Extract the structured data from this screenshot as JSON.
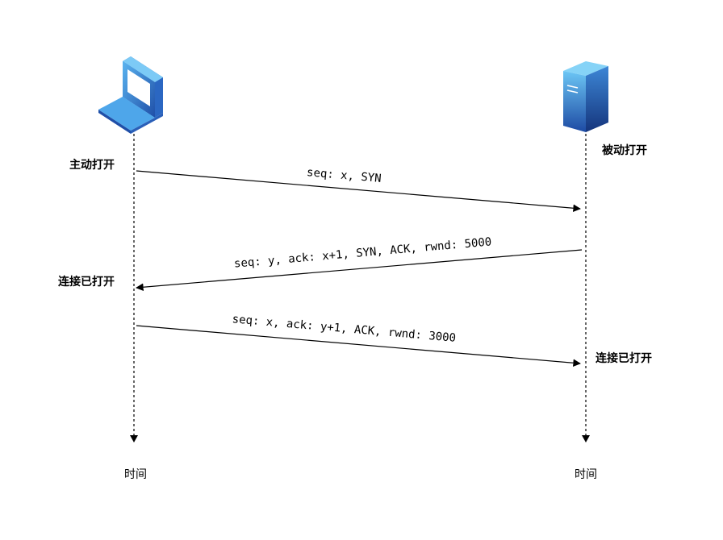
{
  "participants": {
    "client": {
      "icon": "laptop-icon",
      "state_open": "主动打开",
      "state_established": "连接已打开",
      "time_label": "时间"
    },
    "server": {
      "icon": "server-tower-icon",
      "state_open": "被动打开",
      "state_established": "连接已打开",
      "time_label": "时间"
    }
  },
  "messages": [
    {
      "from": "client",
      "to": "server",
      "label": "seq: x, SYN"
    },
    {
      "from": "server",
      "to": "client",
      "label": "seq: y, ack: x+1, SYN, ACK, rwnd: 5000"
    },
    {
      "from": "client",
      "to": "server",
      "label": "seq: x, ack: y+1, ACK, rwnd: 3000"
    }
  ],
  "colors": {
    "icon_blue_light": "#5ab4f0",
    "icon_blue_dark": "#1f4fa8",
    "line": "#000000"
  }
}
